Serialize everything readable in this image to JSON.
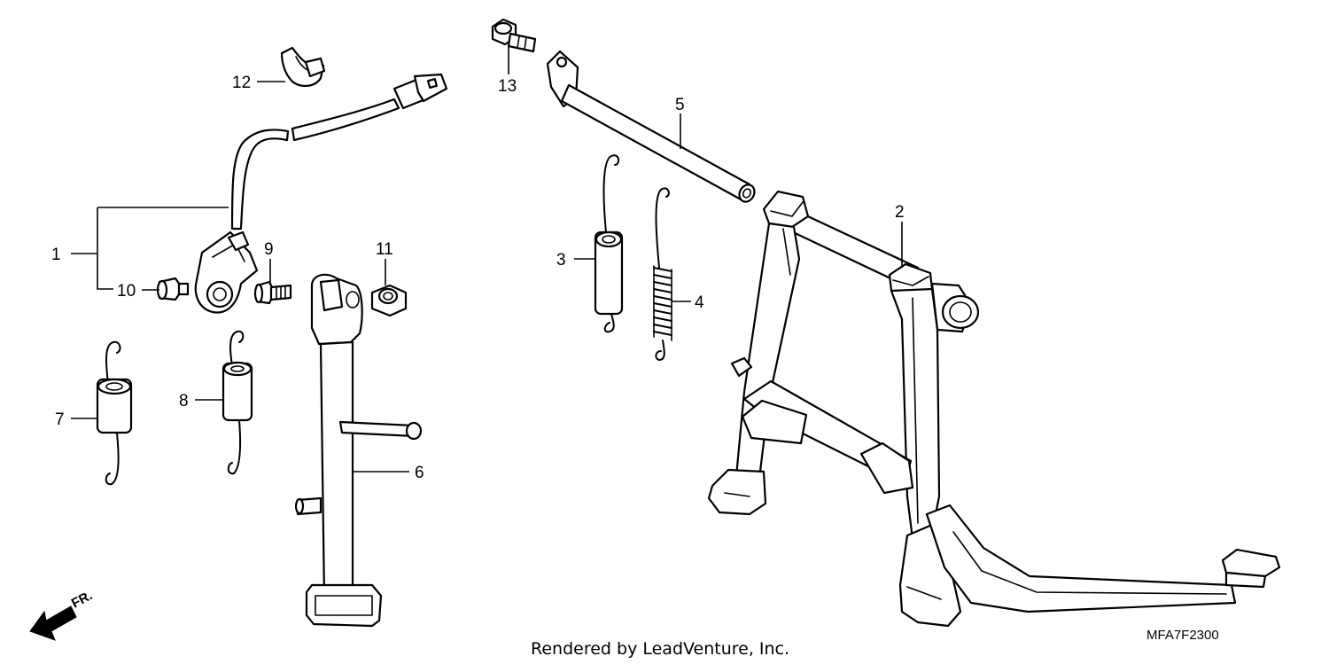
{
  "diagram": {
    "callouts": [
      {
        "id": "1",
        "label": "1"
      },
      {
        "id": "2",
        "label": "2"
      },
      {
        "id": "3",
        "label": "3"
      },
      {
        "id": "4",
        "label": "4"
      },
      {
        "id": "5",
        "label": "5"
      },
      {
        "id": "6",
        "label": "6"
      },
      {
        "id": "7",
        "label": "7"
      },
      {
        "id": "8",
        "label": "8"
      },
      {
        "id": "9",
        "label": "9"
      },
      {
        "id": "10",
        "label": "10"
      },
      {
        "id": "11",
        "label": "11"
      },
      {
        "id": "12",
        "label": "12"
      },
      {
        "id": "13",
        "label": "13"
      }
    ],
    "direction_label": "FR.",
    "caption": "Rendered by LeadVenture, Inc.",
    "diagram_code": "MFA7F2300"
  },
  "icons": {
    "direction": "front-direction-arrow-icon"
  }
}
